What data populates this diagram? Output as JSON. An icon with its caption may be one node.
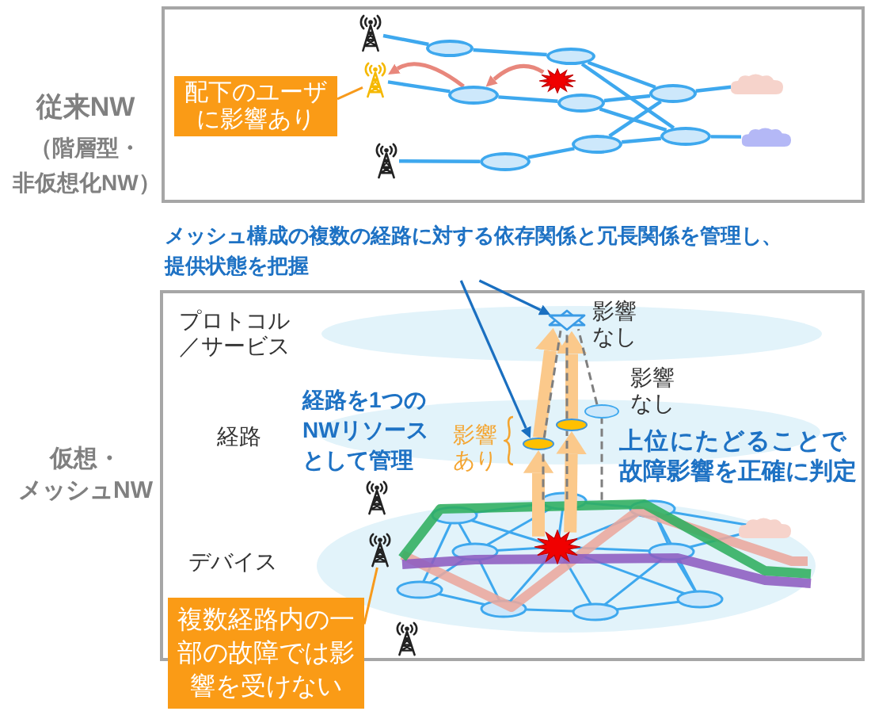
{
  "diagram": {
    "nodes": [
      {
        "text": [
          "従来NW",
          "（階層型・非仮想化NW）"
        ]
      },
      {
        "text": [],
        "shape": "tower",
        "in": 0
      },
      {
        "text": [],
        "shape": "tower",
        "in": 0
      },
      {
        "text": [],
        "shape": "tower",
        "in": 0
      },
      {
        "text": [
          "配下のユーザに影響あり"
        ],
        "in": 0
      },
      {
        "text": [],
        "shape": "ellipse",
        "in": 0
      },
      {
        "text": [],
        "shape": "ellipse",
        "in": 0
      },
      {
        "text": [],
        "shape": "ellipse",
        "in": 0
      },
      {
        "text": [],
        "shape": "ellipse",
        "in": 0
      },
      {
        "text": [],
        "shape": "burst",
        "in": 0
      },
      {
        "text": [],
        "shape": "ellipse",
        "in": 0
      },
      {
        "text": [],
        "shape": "ellipse",
        "in": 0
      },
      {
        "text": [],
        "shape": "ellipse",
        "in": 0
      },
      {
        "text": [],
        "shape": "ellipse",
        "in": 0
      },
      {
        "text": [],
        "shape": "cloud",
        "in": 0
      },
      {
        "text": [],
        "shape": "cloud",
        "in": 0
      },
      {
        "text": [
          "メッシュ構成の複数の経路に対する依存関係と冗長関係を管理し、提供状態を把握"
        ]
      },
      {
        "text": [
          "仮想・メッシュNW"
        ]
      },
      {
        "text": [],
        "shape": "ellipse",
        "in": 17,
        "beside": [
          "プロトコル／サービス"
        ]
      },
      {
        "text": [],
        "shape": "star",
        "in": 18,
        "beside": [
          "影響なし"
        ]
      },
      {
        "text": [],
        "shape": "ellipse",
        "in": 17,
        "beside": [
          "経路"
        ]
      },
      {
        "text": [],
        "shape": "ellipse",
        "in": 20,
        "beside": [
          "影響あり"
        ]
      },
      {
        "text": [],
        "shape": "ellipse",
        "in": 20
      },
      {
        "text": [],
        "shape": "ellipse",
        "in": 20,
        "beside": [
          "影響なし"
        ]
      },
      {
        "text": [],
        "shape": "ellipse",
        "in": 17,
        "beside": [
          "デバイス"
        ]
      },
      {
        "text": [],
        "shape": "burst",
        "in": 24
      },
      {
        "text": [],
        "shape": "tower",
        "in": 17
      },
      {
        "text": [],
        "shape": "tower",
        "in": 24
      },
      {
        "text": [],
        "shape": "tower",
        "in": 17
      },
      {
        "text": [
          "複数経路内の一部の故障では影響を受けない"
        ]
      }
    ],
    "edges": [
      {
        "from": 1,
        "to": 5,
        "arrow": "none"
      },
      {
        "from": 5,
        "to": 6,
        "arrow": "none"
      },
      {
        "from": 6,
        "to": 10,
        "arrow": "none"
      },
      {
        "from": 6,
        "to": 12,
        "arrow": "none"
      },
      {
        "from": 2,
        "to": 7,
        "arrow": "none"
      },
      {
        "from": 7,
        "to": 8,
        "arrow": "none"
      },
      {
        "from": 8,
        "to": 10,
        "arrow": "none"
      },
      {
        "from": 8,
        "to": 12,
        "arrow": "none"
      },
      {
        "from": 11,
        "to": 10,
        "arrow": "none"
      },
      {
        "from": 11,
        "to": 12,
        "arrow": "none"
      },
      {
        "from": 3,
        "to": 13,
        "arrow": "none"
      },
      {
        "from": 13,
        "to": 11,
        "arrow": "none"
      },
      {
        "from": 10,
        "to": 14,
        "arrow": "none"
      },
      {
        "from": 12,
        "to": 15,
        "arrow": "none"
      },
      {
        "from": 9,
        "to": 7,
        "arrow": "to",
        "color": "#e8877c"
      },
      {
        "from": 7,
        "to": 2,
        "arrow": "to",
        "color": "#e8877c"
      },
      {
        "from": 4,
        "to": 2,
        "arrow": "none",
        "color": "#f79a1c"
      },
      {
        "from": 16,
        "to": 19,
        "arrow": "to",
        "color": "#1a6fc0"
      },
      {
        "from": 16,
        "to": 21,
        "arrow": "to",
        "color": "#1a6fc0"
      },
      {
        "from": 25,
        "to": 21,
        "arrow": "to",
        "style": "thick",
        "color": "#fbc98b"
      },
      {
        "from": 25,
        "to": 22,
        "arrow": "to",
        "style": "thick",
        "color": "#fbc98b"
      },
      {
        "from": 21,
        "to": 19,
        "arrow": "to",
        "style": "thick",
        "color": "#fbc98b"
      },
      {
        "from": 22,
        "to": 19,
        "arrow": "to",
        "style": "thick",
        "color": "#fbc98b"
      },
      {
        "from": 24,
        "to": 21,
        "arrow": "none",
        "style": "dashed",
        "color": "#7f7f7f"
      },
      {
        "from": 24,
        "to": 22,
        "arrow": "none",
        "style": "dashed",
        "color": "#7f7f7f"
      },
      {
        "from": 24,
        "to": 23,
        "arrow": "none",
        "style": "dashed",
        "color": "#7f7f7f"
      },
      {
        "from": 21,
        "to": 19,
        "arrow": "none",
        "style": "dashed",
        "color": "#7f7f7f"
      },
      {
        "from": 22,
        "to": 19,
        "arrow": "none",
        "style": "dashed",
        "color": "#7f7f7f"
      },
      {
        "from": 23,
        "to": 19,
        "arrow": "none",
        "style": "dashed",
        "color": "#7f7f7f"
      },
      {
        "from": 29,
        "to": 27,
        "arrow": "none",
        "color": "#f79a1c"
      }
    ],
    "labels": [
      "経路を1つのNWリソースとして管理",
      "上位にたどることで故障影響を正確に判定"
    ]
  }
}
